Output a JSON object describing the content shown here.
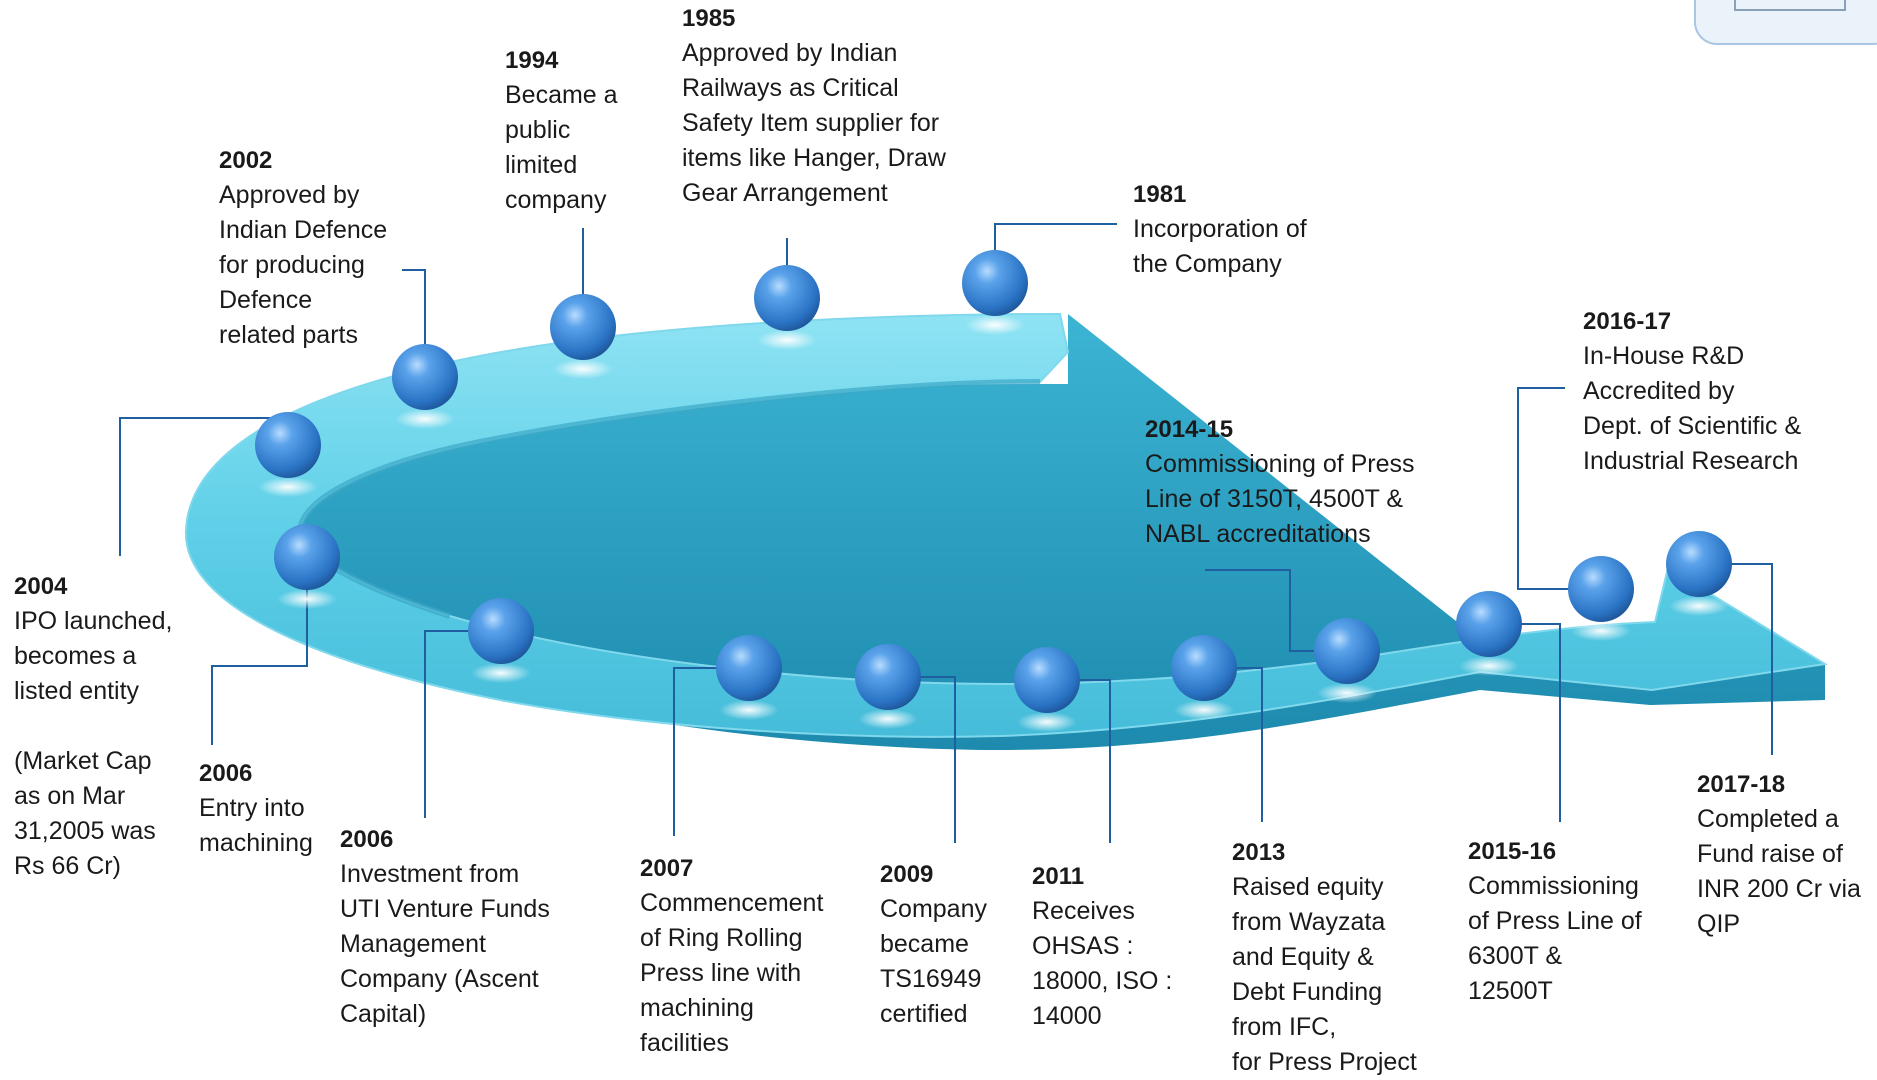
{
  "timeline": {
    "events": [
      {
        "year": "1981",
        "lines": [
          "Incorporation of",
          "the Company"
        ]
      },
      {
        "year": "1985",
        "lines": [
          "Approved by Indian",
          "Railways as Critical",
          "Safety Item supplier for",
          "items like Hanger, Draw",
          "Gear Arrangement"
        ]
      },
      {
        "year": "1994",
        "lines": [
          "Became a",
          "public",
          "limited",
          "company"
        ]
      },
      {
        "year": "2002",
        "lines": [
          "Approved by",
          "Indian Defence",
          "for producing",
          "Defence",
          "related parts"
        ]
      },
      {
        "year": "2004",
        "lines": [
          "IPO launched,",
          "becomes a",
          "listed entity",
          "",
          "(Market Cap",
          "as on Mar",
          "31,2005 was",
          "Rs 66 Cr)"
        ]
      },
      {
        "year": "2006",
        "lines": [
          "Entry into",
          "machining"
        ]
      },
      {
        "year": "2006",
        "lines": [
          "Investment from",
          "UTI Venture Funds",
          "Management",
          "Company (Ascent",
          "Capital)"
        ]
      },
      {
        "year": "2007",
        "lines": [
          "Commencement",
          "of Ring Rolling",
          "Press line with",
          "machining",
          "facilities"
        ]
      },
      {
        "year": "2009",
        "lines": [
          "Company",
          "became",
          "TS16949",
          "certified"
        ]
      },
      {
        "year": "2011",
        "lines": [
          "Receives",
          "OHSAS :",
          "18000, ISO :",
          "14000"
        ]
      },
      {
        "year": "2013",
        "lines": [
          "Raised equity",
          "from Wayzata",
          "and Equity &",
          "Debt Funding",
          "from IFC,",
          "for  Press Project"
        ]
      },
      {
        "year": "2014-15",
        "lines": [
          "Commissioning of Press",
          "Line of 3150T, 4500T &",
          "NABL accreditations"
        ]
      },
      {
        "year": "2015-16",
        "lines": [
          "Commissioning",
          "of Press Line of",
          "6300T &",
          "12500T"
        ]
      },
      {
        "year": "2016-17",
        "lines": [
          "In-House R&D",
          "Accredited by",
          "Dept. of Scientific  &",
          "Industrial Research"
        ]
      },
      {
        "year": "2017-18",
        "lines": [
          "Completed a",
          "Fund raise of",
          "INR 200 Cr  via",
          "QIP"
        ]
      }
    ]
  },
  "colors": {
    "track_top": "#5fd0e8",
    "track_side": "#2a9fc0",
    "bead": "#2f7fd0",
    "connector": "#1f5f9f",
    "text": "#1a1a1a"
  }
}
